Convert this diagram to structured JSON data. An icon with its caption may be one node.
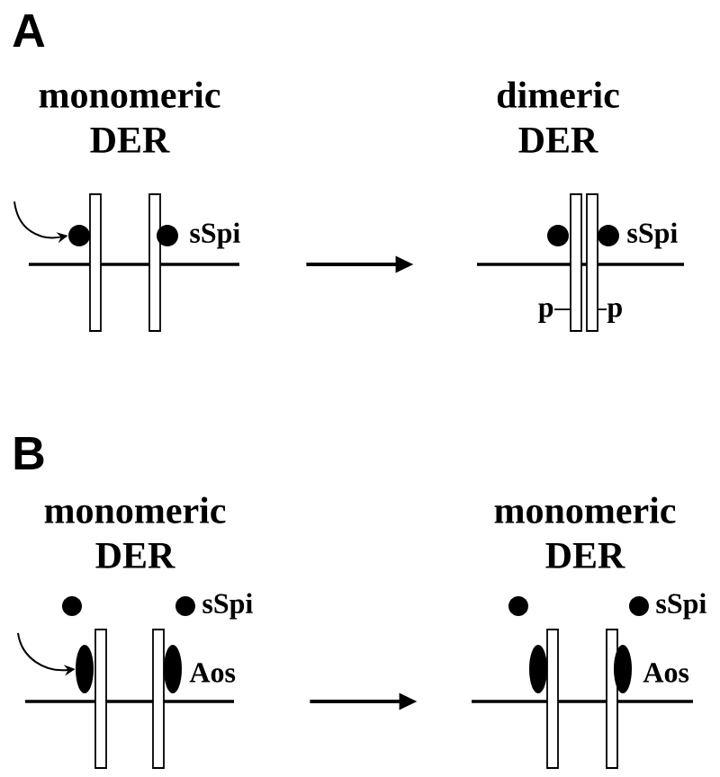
{
  "diagram": {
    "nodes": [
      {
        "text": [
          "monomeric DER"
        ]
      },
      {
        "text": [
          "dimeric DER"
        ]
      },
      {
        "text": [
          "monomeric DER"
        ]
      },
      {
        "text": [
          "monomeric DER"
        ]
      },
      {
        "text": [],
        "shape": "circle",
        "in": 0
      },
      {
        "text": [],
        "shape": "ellipse",
        "in": 2
      }
    ],
    "edges": [
      {
        "from": 0,
        "to": 1,
        "arrow": "to"
      },
      {
        "from": 2,
        "to": 3,
        "arrow": "to"
      },
      {
        "from": null,
        "to": 4,
        "arrow": "to"
      },
      {
        "from": null,
        "to": 5,
        "arrow": "to"
      }
    ],
    "labels": [
      "A",
      "sSpi",
      "sSpi",
      "p",
      "p",
      "B",
      "sSpi",
      "sSpi",
      "Aos",
      "Aos"
    ]
  }
}
